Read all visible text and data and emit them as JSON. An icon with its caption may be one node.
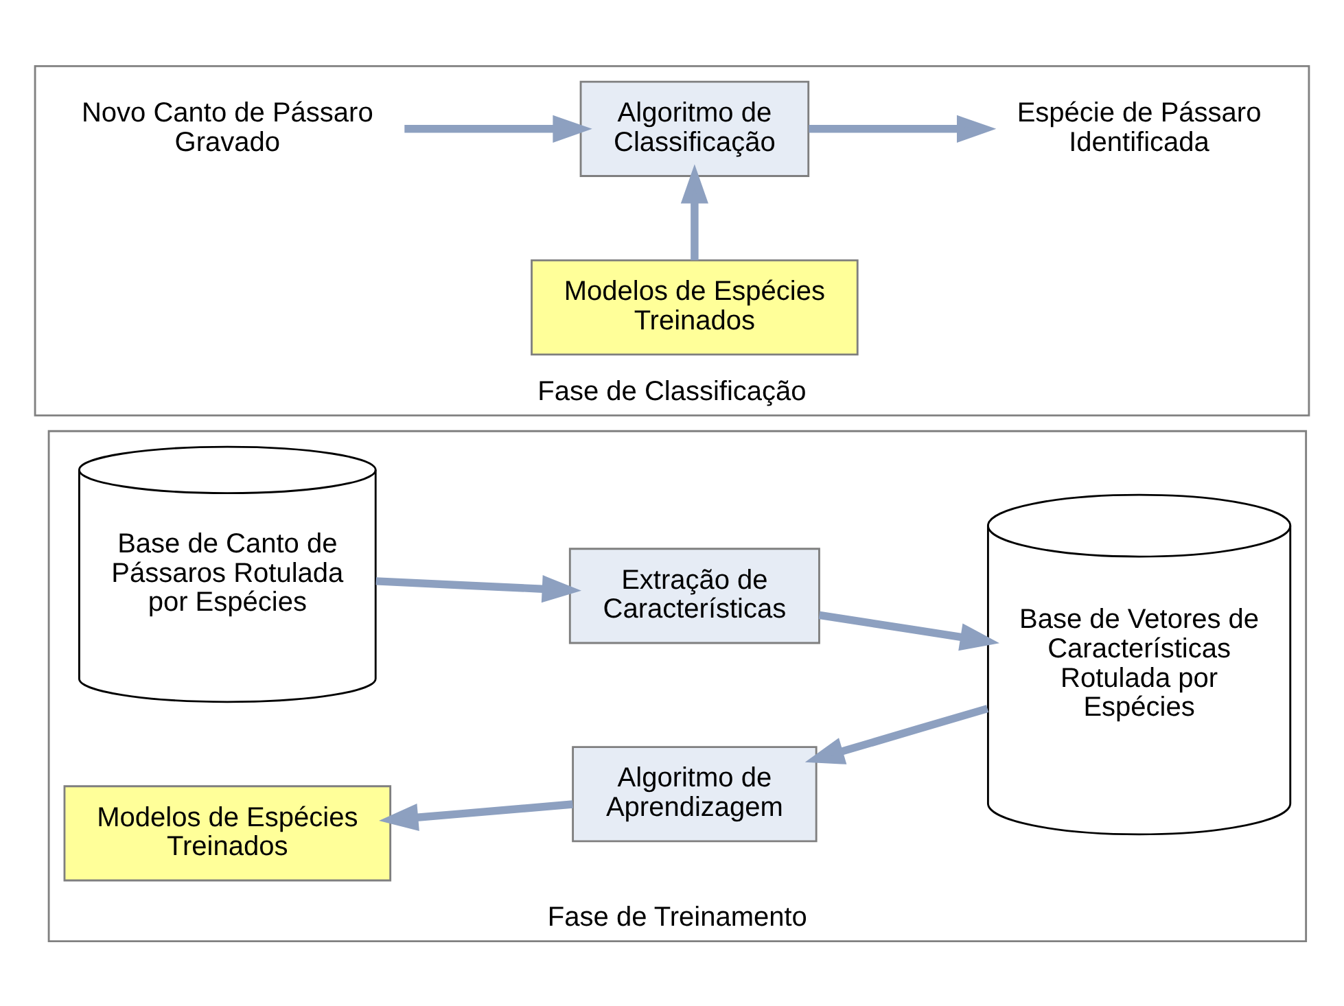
{
  "diagram": {
    "nodes": [
      {
        "text": [
          "Fase de Treinamento"
        ]
      },
      {
        "text": [
          "Base de Canto de Pássaros Rotulada por Espécies"
        ],
        "in": 0
      },
      {
        "text": [
          "Extração de Características"
        ],
        "in": 0
      },
      {
        "text": [
          "Base de Vetores de Características Rotulada por Espécies"
        ],
        "in": 0
      },
      {
        "text": [
          "Algoritmo de Aprendizagem"
        ],
        "in": 0
      },
      {
        "text": [
          "Modelos de Espécies Treinados"
        ],
        "in": 0
      },
      {
        "text": [
          "Fase de Classificação"
        ]
      },
      {
        "text": [
          "Novo Canto de Pássaro Gravado"
        ],
        "in": 6
      },
      {
        "text": [
          "Algoritmo de Classificação"
        ],
        "in": 6
      },
      {
        "text": [
          "Espécie de Pássaro Identificada"
        ],
        "in": 6
      },
      {
        "text": [
          "Modelos de Espécies Treinados"
        ],
        "in": 6
      }
    ],
    "edges": [
      {
        "from": 1,
        "to": 2,
        "arrow": "to"
      },
      {
        "from": 2,
        "to": 3,
        "arrow": "to"
      },
      {
        "from": 3,
        "to": 4,
        "arrow": "to"
      },
      {
        "from": 4,
        "to": 5,
        "arrow": "to"
      },
      {
        "from": 7,
        "to": 8,
        "arrow": "to"
      },
      {
        "from": 8,
        "to": 9,
        "arrow": "to"
      },
      {
        "from": 10,
        "to": 8,
        "arrow": "to"
      }
    ]
  }
}
